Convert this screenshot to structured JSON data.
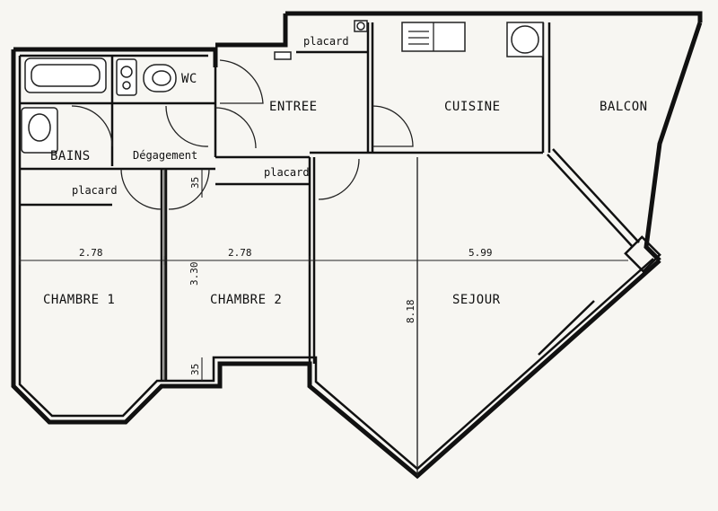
{
  "rooms": {
    "wc": "WC",
    "bains": "BAINS",
    "degagement": "Dégagement",
    "entree": "ENTREE",
    "cuisine": "CUISINE",
    "balcon": "BALCON",
    "chambre1": "CHAMBRE 1",
    "chambre2": "CHAMBRE 2",
    "sejour": "SEJOUR",
    "placard_top": "placard",
    "placard_bains": "placard",
    "placard_entree": "placard"
  },
  "dimensions": {
    "chambre1_width": "2.78",
    "chambre2_width": "2.78",
    "sejour_width": "5.99",
    "chambre2_height": "3.30",
    "sejour_height": "8.18",
    "deg_small_top": "35",
    "deg_small_bottom": "35"
  },
  "colors": {
    "paper": "#f7f6f2",
    "ink": "#111111"
  }
}
